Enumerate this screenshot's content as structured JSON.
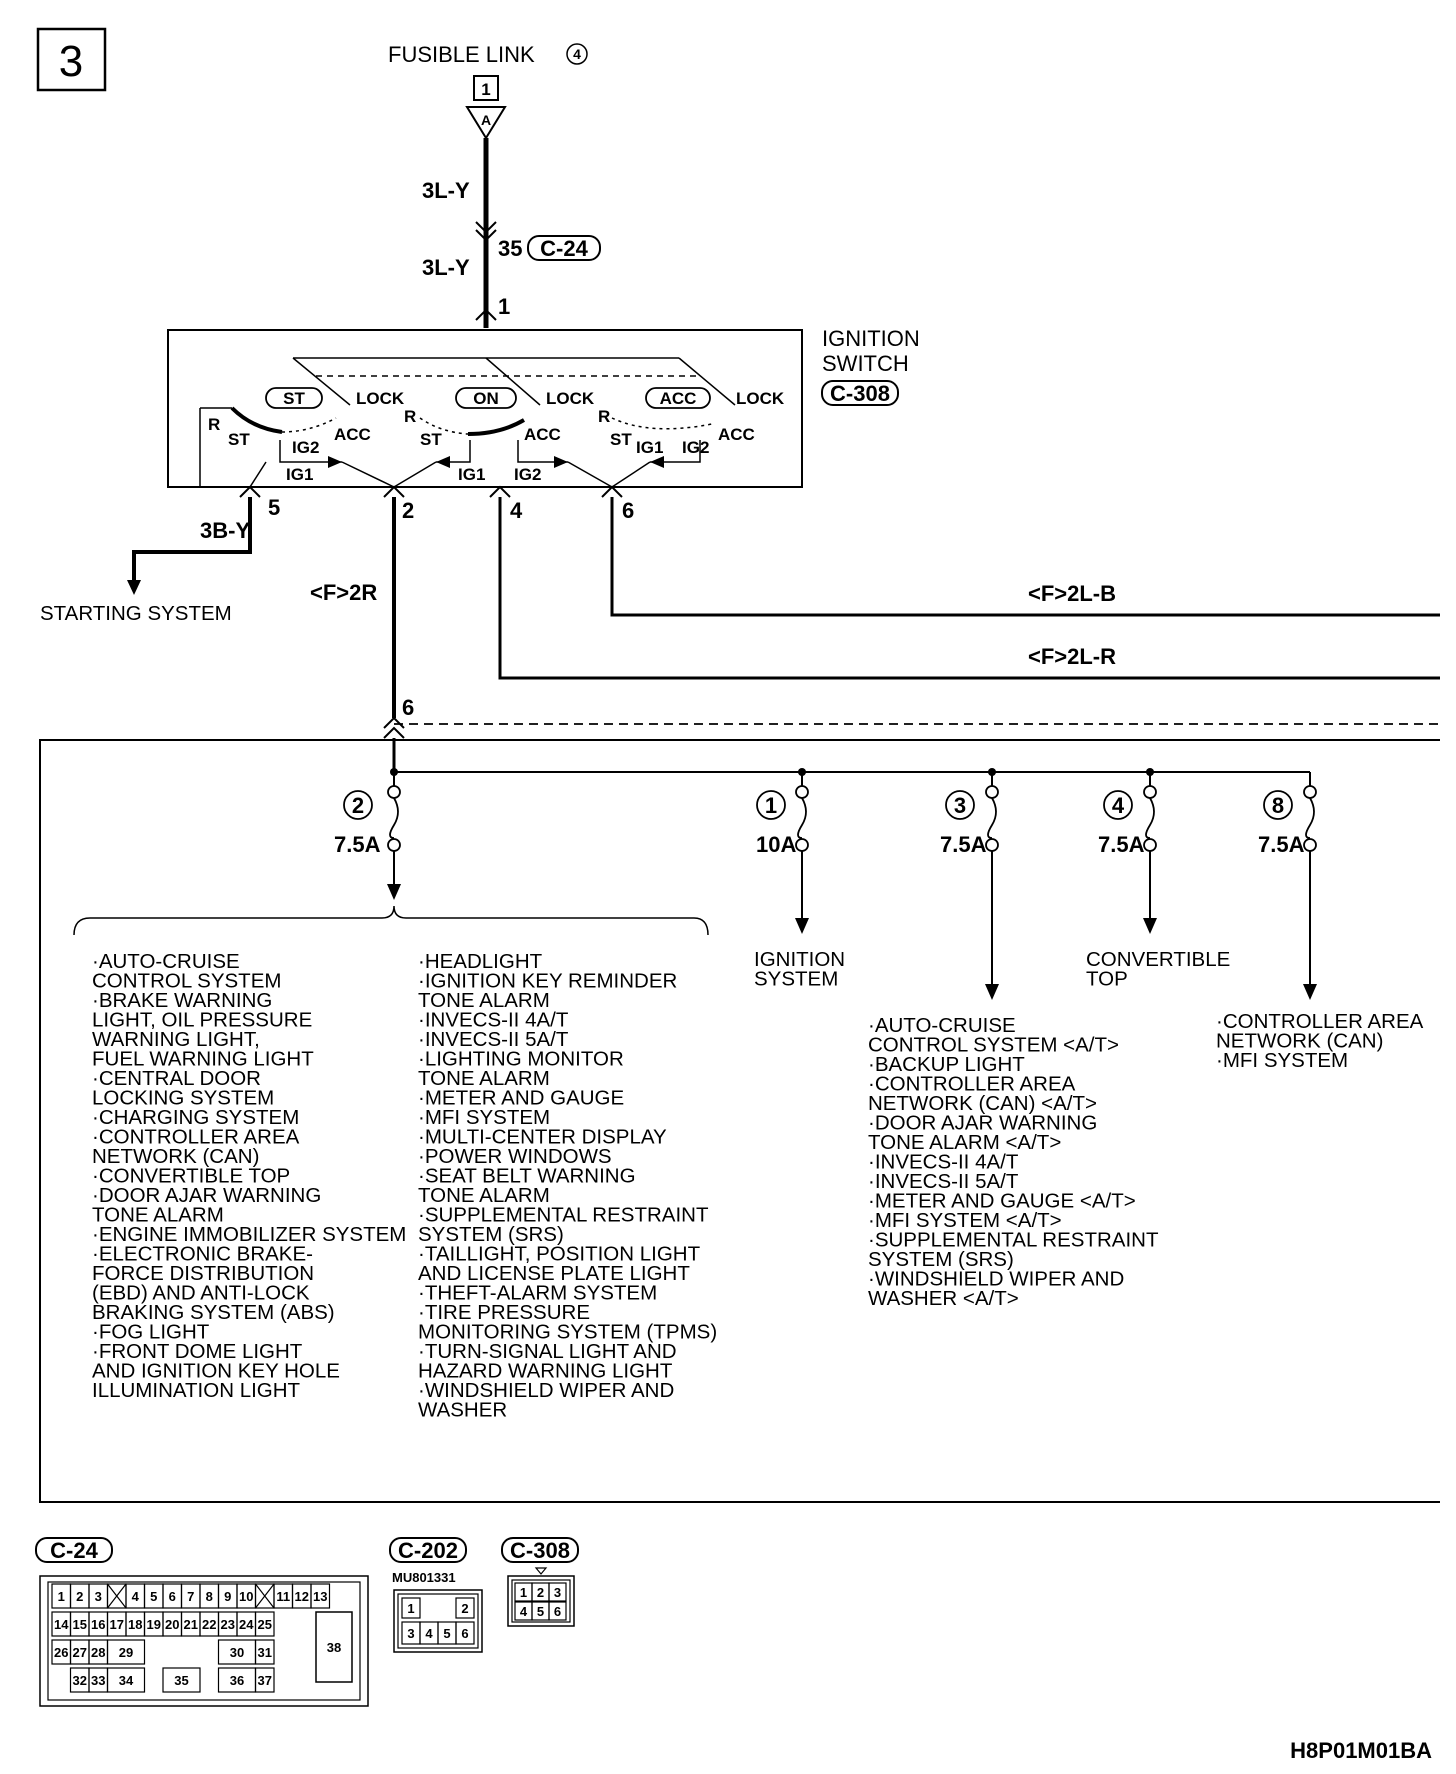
{
  "page_number": "3",
  "fusible_link": {
    "label": "FUSIBLE LINK",
    "number": "4",
    "connector_pin": "1",
    "terminal": "A"
  },
  "wires": {
    "top_upper": "3L-Y",
    "top_lower": "3L-Y",
    "c24_pin": "35",
    "c24_connector": "C-24",
    "switch_pin_top": "1",
    "starting_wire": "3B-Y",
    "f2r": "<F>2R",
    "f2lb": "<F>2L-B",
    "f2lr": "<F>2L-R"
  },
  "ignition_switch": {
    "title_line1": "IGNITION",
    "title_line2": "SWITCH",
    "connector": "C-308",
    "sections": [
      {
        "position": "ST",
        "lock": "LOCK",
        "r": "R",
        "st": "ST",
        "ig2": "IG2",
        "acc": "ACC",
        "ig1": "IG1"
      },
      {
        "position": "ON",
        "lock": "LOCK",
        "r": "R",
        "st": "ST",
        "acc": "ACC",
        "ig1": "IG1",
        "ig2": "IG2"
      },
      {
        "position": "ACC",
        "lock": "LOCK",
        "r": "R",
        "st": "ST",
        "ig1": "IG1",
        "ig2": "IG2",
        "acc": "ACC"
      }
    ],
    "output_pins": [
      "5",
      "2",
      "4",
      "6"
    ]
  },
  "starting_system": "STARTING SYSTEM",
  "junction_pin": "6",
  "fuses": [
    {
      "number": "2",
      "rating": "7.5A"
    },
    {
      "number": "1",
      "rating": "10A"
    },
    {
      "number": "3",
      "rating": "7.5A"
    },
    {
      "number": "4",
      "rating": "7.5A"
    },
    {
      "number": "8",
      "rating": "7.5A"
    }
  ],
  "fuse2_loads_col1": [
    "·AUTO-CRUISE",
    " CONTROL SYSTEM",
    "·BRAKE WARNING",
    " LIGHT, OIL PRESSURE",
    " WARNING LIGHT,",
    " FUEL WARNING LIGHT",
    "·CENTRAL DOOR",
    " LOCKING SYSTEM",
    "·CHARGING SYSTEM",
    "·CONTROLLER AREA",
    " NETWORK (CAN)",
    "·CONVERTIBLE TOP",
    "·DOOR AJAR WARNING",
    " TONE ALARM",
    "·ENGINE IMMOBILIZER SYSTEM",
    "·ELECTRONIC BRAKE-",
    " FORCE DISTRIBUTION",
    " (EBD) AND ANTI-LOCK",
    " BRAKING SYSTEM (ABS)",
    "·FOG LIGHT",
    "·FRONT DOME LIGHT",
    " AND IGNITION KEY HOLE",
    " ILLUMINATION LIGHT"
  ],
  "fuse2_loads_col2": [
    "·HEADLIGHT",
    "·IGNITION KEY REMINDER",
    " TONE ALARM",
    "·INVECS-II 4A/T",
    "·INVECS-II 5A/T",
    "·LIGHTING MONITOR",
    " TONE ALARM",
    "·METER AND GAUGE",
    "·MFI SYSTEM",
    "·MULTI-CENTER DISPLAY",
    "·POWER WINDOWS",
    "·SEAT BELT WARNING",
    " TONE ALARM",
    "·SUPPLEMENTAL RESTRAINT",
    " SYSTEM (SRS)",
    "·TAILLIGHT, POSITION LIGHT",
    " AND LICENSE PLATE LIGHT",
    "·THEFT-ALARM SYSTEM",
    "·TIRE PRESSURE",
    " MONITORING SYSTEM (TPMS)",
    "·TURN-SIGNAL LIGHT AND",
    " HAZARD WARNING LIGHT",
    "·WINDSHIELD WIPER AND",
    " WASHER"
  ],
  "fuse1_load": [
    "IGNITION",
    "SYSTEM"
  ],
  "fuse3_loads": [
    "·AUTO-CRUISE",
    " CONTROL SYSTEM <A/T>",
    "·BACKUP LIGHT",
    "·CONTROLLER AREA",
    " NETWORK (CAN) <A/T>",
    "·DOOR AJAR WARNING",
    " TONE ALARM <A/T>",
    "·INVECS-II 4A/T",
    "·INVECS-II 5A/T",
    "·METER AND GAUGE <A/T>",
    "·MFI SYSTEM <A/T>",
    "·SUPPLEMENTAL RESTRAINT",
    " SYSTEM (SRS)",
    "·WINDSHIELD WIPER AND",
    " WASHER <A/T>"
  ],
  "fuse4_load": [
    "CONVERTIBLE",
    "TOP"
  ],
  "fuse8_loads": [
    "·CONTROLLER AREA",
    " NETWORK (CAN)",
    "·MFI SYSTEM"
  ],
  "connectors": {
    "c24_label": "C-24",
    "c24_pins": [
      "1",
      "2",
      "3",
      "4",
      "5",
      "6",
      "7",
      "8",
      "9",
      "10",
      "11",
      "12",
      "13",
      "14",
      "15",
      "16",
      "17",
      "18",
      "19",
      "20",
      "21",
      "22",
      "23",
      "24",
      "25",
      "26",
      "27",
      "28",
      "29",
      "30",
      "31",
      "32",
      "33",
      "34",
      "35",
      "36",
      "37",
      "38"
    ],
    "c202_label": "C-202",
    "c202_part": "MU801331",
    "c202_pins": [
      "1",
      "2",
      "3",
      "4",
      "5",
      "6"
    ],
    "c308_label": "C-308",
    "c308_pins": [
      "1",
      "2",
      "3",
      "4",
      "5",
      "6"
    ]
  },
  "figure_code": "H8P01M01BA"
}
